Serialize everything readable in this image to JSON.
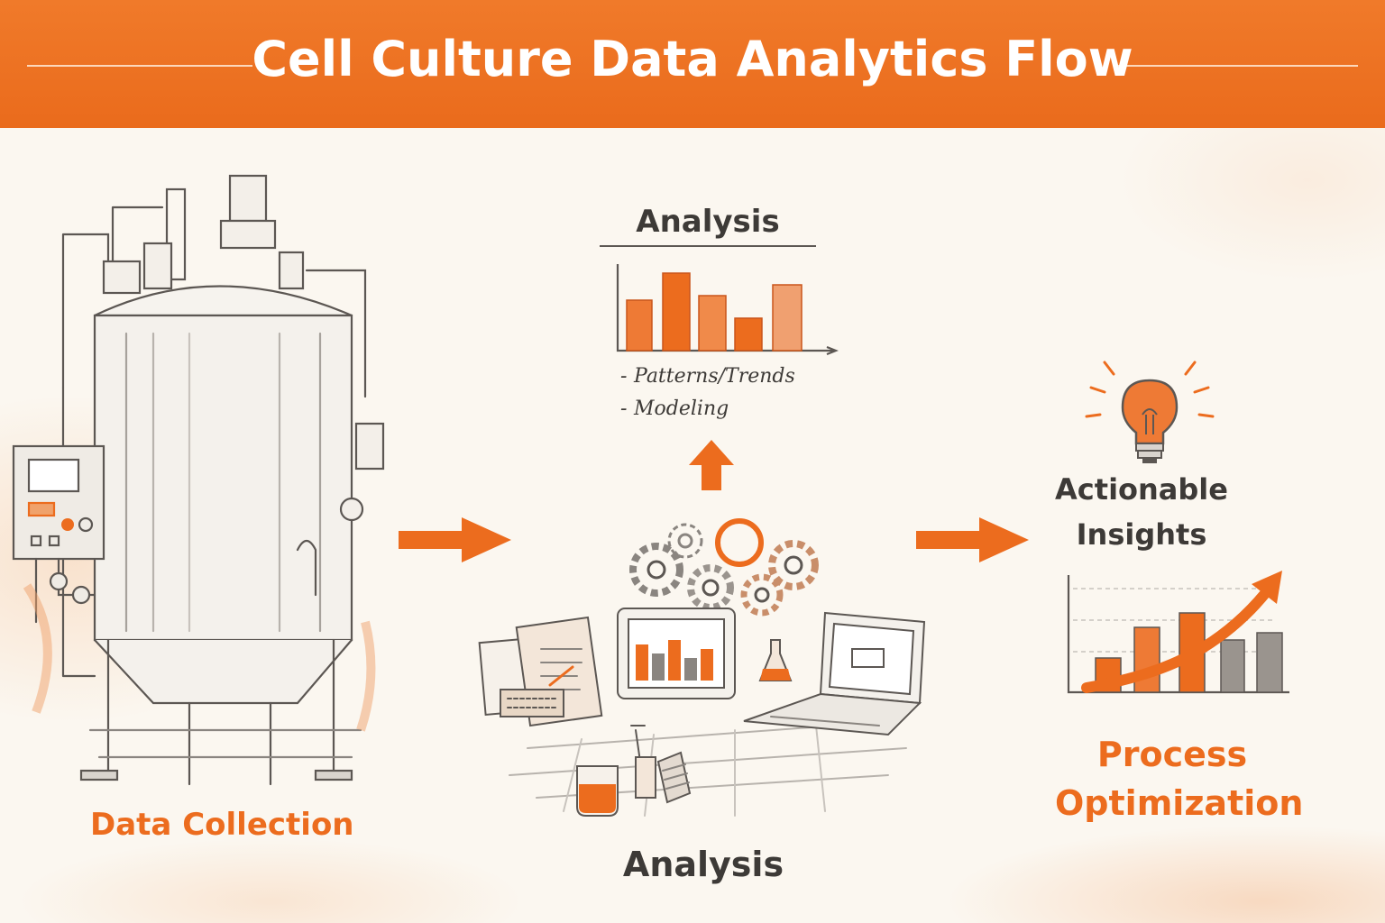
{
  "header": {
    "title": "Cell Culture Data Analytics Flow"
  },
  "stages": {
    "collection": {
      "label": "Data Collection"
    },
    "analysis_top": {
      "label": "Analysis",
      "bullets": [
        "Patterns/Trends",
        "Modeling"
      ]
    },
    "analysis_bottom": {
      "label": "Analysis"
    },
    "insights": {
      "label_line1": "Actionable",
      "label_line2": "Insights"
    },
    "optimization": {
      "label_line1": "Process",
      "label_line2": "Optimization"
    }
  },
  "colors": {
    "accent": "#ec6c1e",
    "ink": "#3d3a37",
    "gray": "#8a8580",
    "tan": "#c98e6a"
  },
  "icons": [
    "bioreactor-icon",
    "bar-chart-icon",
    "gear-icon",
    "lightbulb-icon",
    "laptop-icon",
    "tablet-icon",
    "notebook-icon",
    "flask-icon",
    "beaker-icon",
    "trend-chart-icon"
  ]
}
